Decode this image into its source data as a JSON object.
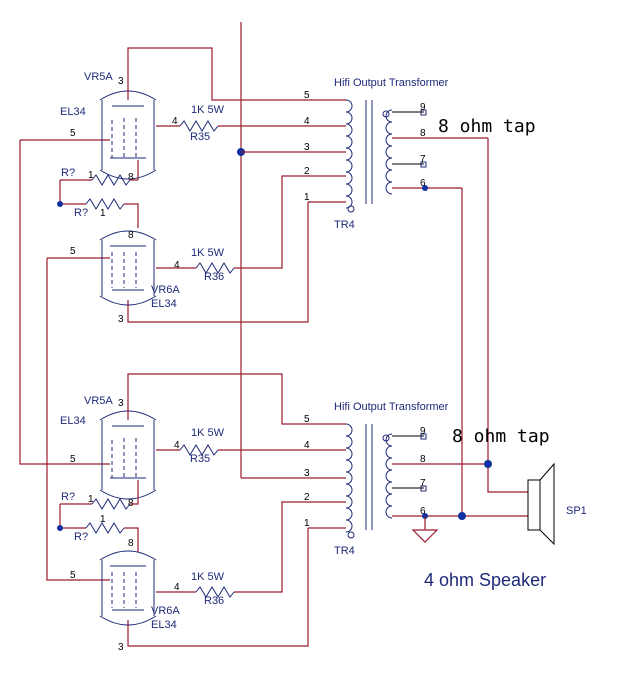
{
  "colors": {
    "wire": "#9b1c2c",
    "component": "#1e2a78",
    "node": "#1030a0"
  },
  "tube_a_top": {
    "ref": "VR5A",
    "type": "EL34"
  },
  "tube_b_top": {
    "ref": "VR6A",
    "type": "EL34"
  },
  "tube_a_bottom": {
    "ref": "VR5A",
    "type": "EL34"
  },
  "tube_b_bottom": {
    "ref": "VR6A",
    "type": "EL34"
  },
  "res_upper": {
    "value": "1K 5W",
    "ref": "R35"
  },
  "res_lower": {
    "value": "1K 5W",
    "ref": "R36"
  },
  "res_unknown": "R?",
  "transformer": {
    "title": "Hifi Output Transformer",
    "ref": "TR4"
  },
  "tap_label": "8 ohm tap",
  "speaker": {
    "ref": "SP1",
    "caption": "4 ohm Speaker"
  },
  "pins": {
    "p1": "1",
    "p2": "2",
    "p3": "3",
    "p4": "4",
    "p5": "5",
    "p6": "6",
    "p7": "7",
    "p8": "8",
    "p9": "9"
  }
}
